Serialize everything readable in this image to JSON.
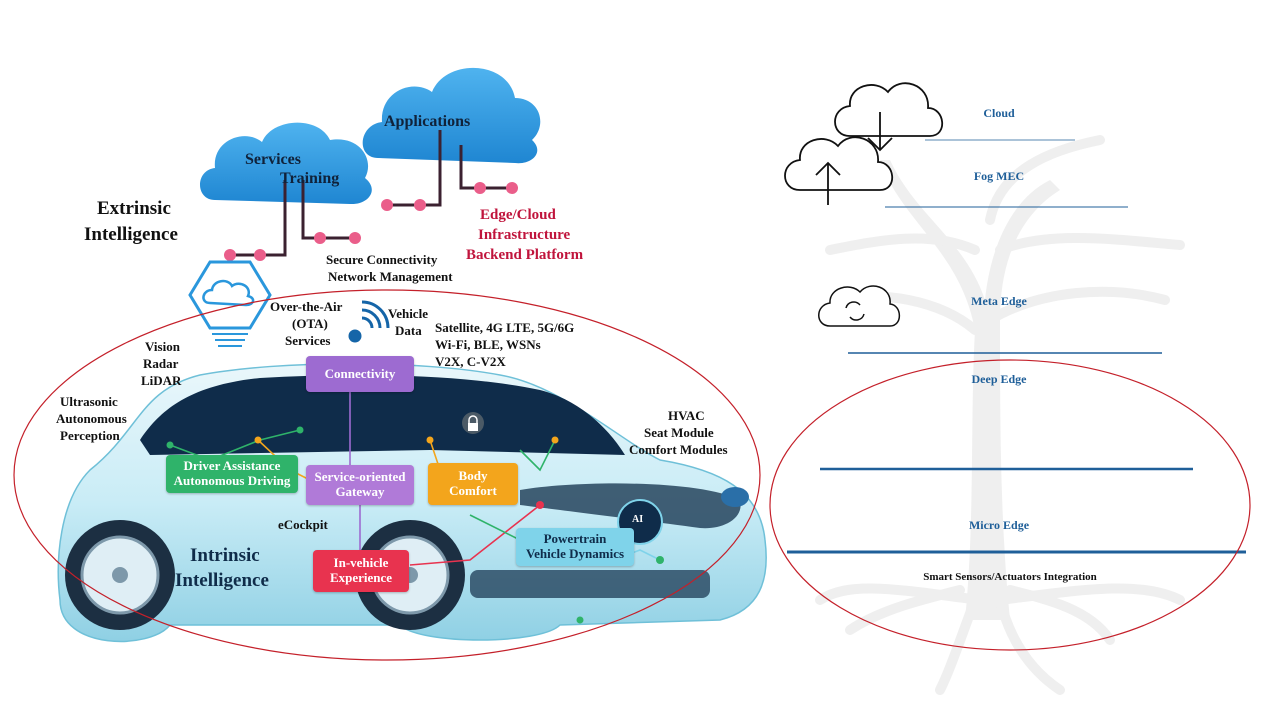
{
  "left": {
    "extrinsic": [
      "Extrinsic",
      "Intelligence"
    ],
    "intrinsic": [
      "Intrinsic",
      "Intelligence"
    ],
    "clouds": {
      "services": "Services",
      "training": "Training",
      "applications": "Applications"
    },
    "edge_cloud": [
      "Edge/Cloud",
      "Infrastructure",
      "Backend Platform"
    ],
    "secure": [
      "Secure Connectivity",
      "Network Management"
    ],
    "ota": [
      "Over-the-Air",
      "(OTA)",
      "Services"
    ],
    "vehicle_data": [
      "Vehicle",
      "Data"
    ],
    "networks": [
      "Satellite, 4G LTE, 5G/6G",
      "Wi-Fi, BLE, WSNs",
      "V2X, C-V2X"
    ],
    "sensors": [
      "Vision",
      "Radar",
      "LiDAR"
    ],
    "ultrasonic": [
      "Ultrasonic",
      "Autonomous",
      "Perception"
    ],
    "hvac": [
      "HVAC",
      "Seat Module",
      "Comfort Modules"
    ],
    "ecockpit": "eCockpit",
    "ai": "AI",
    "boxes": {
      "connectivity": "Connectivity",
      "driver": [
        "Driver Assistance",
        "Autonomous Driving"
      ],
      "gateway": [
        "Service-oriented",
        "Gateway"
      ],
      "body": [
        "Body",
        "Comfort"
      ],
      "invehicle": [
        "In-vehicle",
        "Experience"
      ],
      "powertrain": [
        "Powertrain",
        "Vehicle Dynamics"
      ]
    }
  },
  "right": {
    "tiers": {
      "cloud": "Cloud",
      "fog": "Fog MEC",
      "meta": "Meta Edge",
      "deep": "Deep Edge",
      "micro": "Micro Edge",
      "sensors": "Smart Sensors/Actuators Integration"
    }
  },
  "colors": {
    "cloud_blue": "#2a97dc",
    "connector_pink": "#ea5e8a",
    "connectivity_box": "#9d6bd1",
    "driver_box": "#2fb36a",
    "gateway_box": "#b07ad8",
    "body_box": "#f3a51c",
    "invehicle_box": "#e8334f",
    "powertrain_box": "#7fd3ea",
    "ellipse": "#c4202a",
    "tier_line": "#1f5f99"
  }
}
